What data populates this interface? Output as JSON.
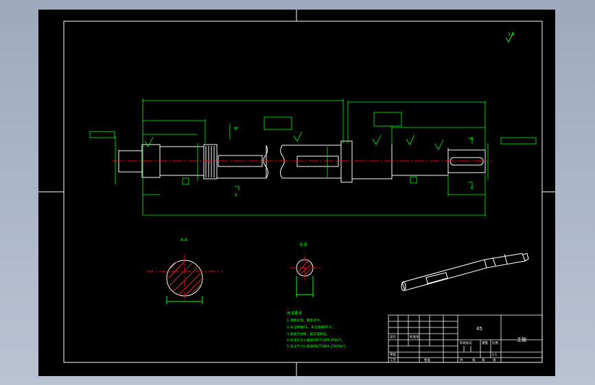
{
  "drawing": {
    "colors": {
      "background": "#000000",
      "part_outline": "#ffffff",
      "dimension": "#00ff00",
      "centerline": "#ff0000",
      "section_hatch": "#ff3333",
      "viewport": "#a9b4c8"
    },
    "section_labels": {
      "a": "A-A",
      "b": "B-B"
    },
    "cut_marks": {
      "a": "A",
      "b": "B"
    },
    "roughness": {
      "global": "3.2"
    },
    "tech_requirements": {
      "title": "技术要求",
      "items": [
        "1.调质处理，硬度适中。",
        "2.未注倒角C1，未注圆角R0.5。",
        "3.表面无划痕、碰伤等缺陷。",
        "4.未注形位公差按GB/T1184-96执行。",
        "5.未注尺寸公差按GB/T1804-2000执行。"
      ]
    },
    "title_block": {
      "part_name": "主轴",
      "material": "45",
      "cells": [
        "标准化",
        "阶段标记",
        "重量",
        "比例",
        "共",
        "张",
        "第",
        "张",
        "审核",
        "工艺",
        "批准",
        "设计",
        "1:1"
      ]
    }
  }
}
